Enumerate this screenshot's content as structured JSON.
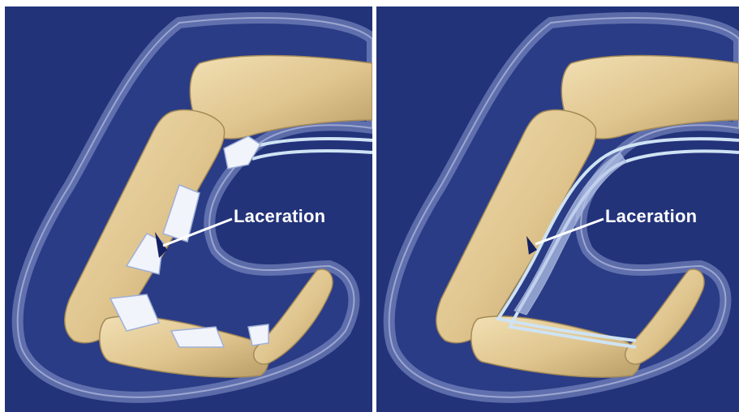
{
  "panels": [
    {
      "id": "left",
      "label": "Laceration",
      "state": "lacerated"
    },
    {
      "id": "right",
      "label": "Laceration",
      "state": "repaired"
    }
  ],
  "colors": {
    "background": "#23337a",
    "bone": "#e3cc9a",
    "bone_shade": "#b99d66",
    "tendon": "#f2f4fb",
    "tendon_repaired": "#b8c6ea",
    "soft_tissue": "#8d9ad0",
    "label": "#ffffff"
  },
  "icons": [
    "bone-illustration",
    "tendon-illustration",
    "soft-tissue-outline",
    "leader-line"
  ]
}
